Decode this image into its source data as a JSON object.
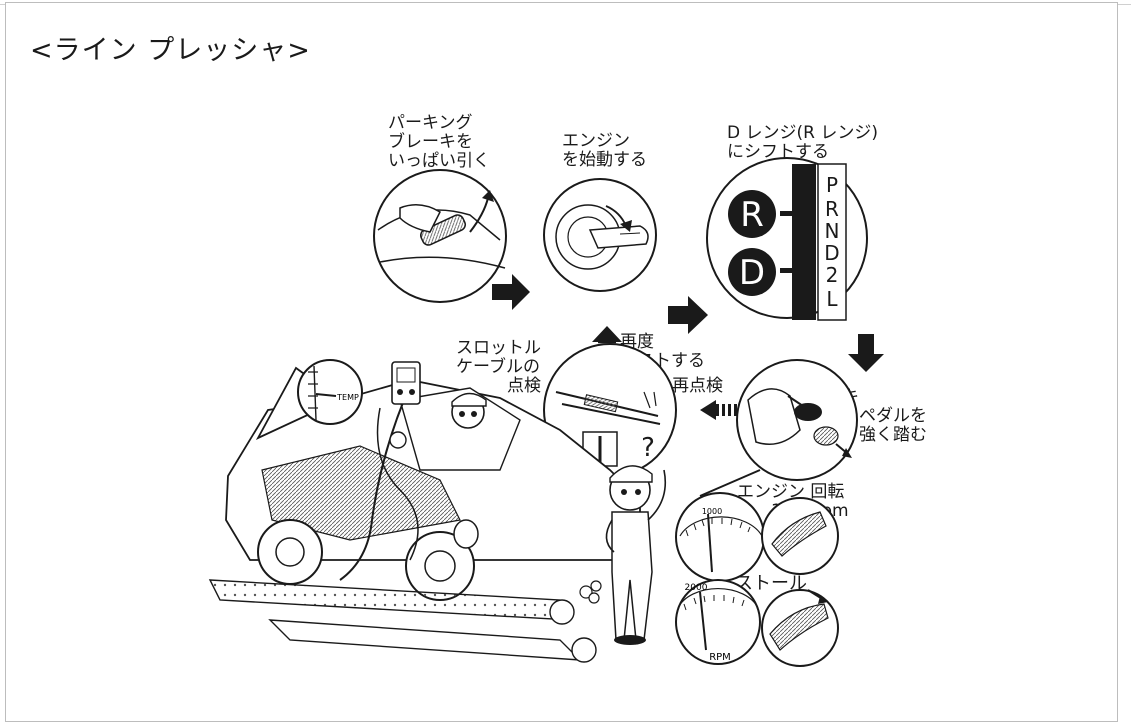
{
  "page": {
    "title": "<ライン プレッシャ>"
  },
  "steps": {
    "parking_brake": "パーキング\nブレーキを\nいっぱい引く",
    "start_engine": "エンジン\nを始動する",
    "shift_range": "D レンジ(R レンジ)\nにシフトする",
    "throttle_cable": "スロットル\nケーブルの\n　　　点検",
    "retest": "再度\nテストする",
    "recheck": "再点検",
    "brake_pedal": "ブレーキ\n　　　　ペダルを\n　　　　強く踏む",
    "engine_speed": "エンジン 回転\n　　1000rpm\n　　にする",
    "stall": "ストール"
  },
  "gauges": {
    "temp": "TEMP",
    "tach_1000": "1000",
    "tach_2000": "2000",
    "rpm": "RPM"
  },
  "shift_positions": [
    "P",
    "R",
    "N",
    "D",
    "2",
    "L"
  ],
  "shift_letters": {
    "r": "R",
    "d": "D"
  },
  "question_mark": "?",
  "colors": {
    "ink": "#1a1a1a",
    "shade": "#8a8a8a",
    "paper": "#ffffff"
  }
}
